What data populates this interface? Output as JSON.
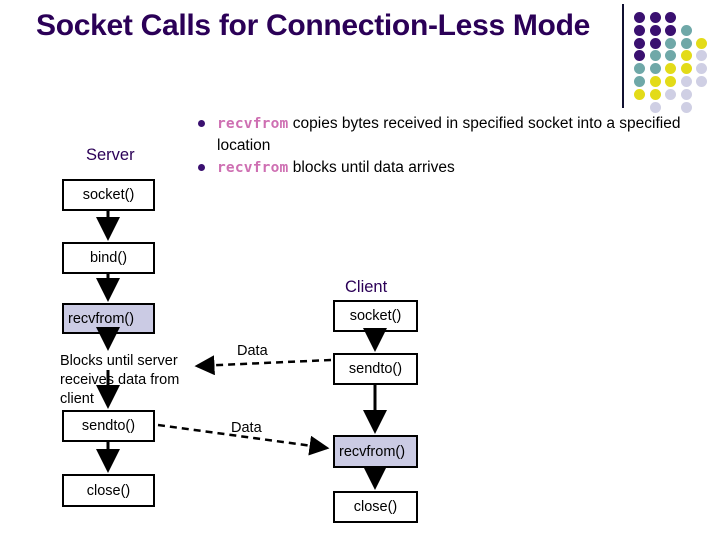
{
  "slide": {
    "title": "Socket Calls for Connection-Less Mode",
    "title_color": "#2B0057",
    "background": "#FFFFFF"
  },
  "logo": {
    "name": "dot-grid-logo",
    "colors": {
      "purple": "#3A1070",
      "teal": "#6FA8A8",
      "yellow": "#E3DB18",
      "lavender": "#CFCFE4"
    },
    "dots": [
      {
        "col": 0,
        "row": 0,
        "color": "#3A1070"
      },
      {
        "col": 1,
        "row": 0,
        "color": "#3A1070"
      },
      {
        "col": 2,
        "row": 0,
        "color": "#3A1070"
      },
      {
        "col": 0,
        "row": 1,
        "color": "#3A1070"
      },
      {
        "col": 1,
        "row": 1,
        "color": "#3A1070"
      },
      {
        "col": 2,
        "row": 1,
        "color": "#3A1070"
      },
      {
        "col": 3,
        "row": 1,
        "color": "#6FA8A8"
      },
      {
        "col": 0,
        "row": 2,
        "color": "#3A1070"
      },
      {
        "col": 1,
        "row": 2,
        "color": "#3A1070"
      },
      {
        "col": 2,
        "row": 2,
        "color": "#6FA8A8"
      },
      {
        "col": 3,
        "row": 2,
        "color": "#6FA8A8"
      },
      {
        "col": 4,
        "row": 2,
        "color": "#E3DB18"
      },
      {
        "col": 0,
        "row": 3,
        "color": "#3A1070"
      },
      {
        "col": 1,
        "row": 3,
        "color": "#6FA8A8"
      },
      {
        "col": 2,
        "row": 3,
        "color": "#6FA8A8"
      },
      {
        "col": 3,
        "row": 3,
        "color": "#E3DB18"
      },
      {
        "col": 4,
        "row": 3,
        "color": "#CFCFE4"
      },
      {
        "col": 0,
        "row": 4,
        "color": "#6FA8A8"
      },
      {
        "col": 1,
        "row": 4,
        "color": "#6FA8A8"
      },
      {
        "col": 2,
        "row": 4,
        "color": "#E3DB18"
      },
      {
        "col": 3,
        "row": 4,
        "color": "#E3DB18"
      },
      {
        "col": 4,
        "row": 4,
        "color": "#CFCFE4"
      },
      {
        "col": 0,
        "row": 5,
        "color": "#6FA8A8"
      },
      {
        "col": 1,
        "row": 5,
        "color": "#E3DB18"
      },
      {
        "col": 2,
        "row": 5,
        "color": "#E3DB18"
      },
      {
        "col": 3,
        "row": 5,
        "color": "#CFCFE4"
      },
      {
        "col": 4,
        "row": 5,
        "color": "#CFCFE4"
      },
      {
        "col": 0,
        "row": 6,
        "color": "#E3DB18"
      },
      {
        "col": 1,
        "row": 6,
        "color": "#E3DB18"
      },
      {
        "col": 2,
        "row": 6,
        "color": "#CFCFE4"
      },
      {
        "col": 3,
        "row": 6,
        "color": "#CFCFE4"
      },
      {
        "col": 1,
        "row": 7,
        "color": "#CFCFE4"
      },
      {
        "col": 3,
        "row": 7,
        "color": "#CFCFE4"
      }
    ]
  },
  "bullets": [
    {
      "code": "recvfrom",
      "text": " copies bytes received in specified socket into a specified location"
    },
    {
      "code": "recvfrom",
      "text": " blocks until data arrives"
    }
  ],
  "diagram": {
    "server": {
      "label": "Server",
      "steps": [
        {
          "label": "socket()",
          "shaded": false
        },
        {
          "label": "bind()",
          "shaded": false
        },
        {
          "label": "recvfrom()",
          "shaded": true
        },
        {
          "label": "sendto()",
          "shaded": false
        },
        {
          "label": "close()",
          "shaded": false
        }
      ],
      "note": "Blocks until server receives data from client"
    },
    "client": {
      "label": "Client",
      "steps": [
        {
          "label": "socket()",
          "shaded": false
        },
        {
          "label": "sendto()",
          "shaded": false
        },
        {
          "label": "recvfrom()",
          "shaded": true
        },
        {
          "label": "close()",
          "shaded": false
        }
      ]
    },
    "messages": [
      {
        "label": "Data",
        "direction": "client-to-server"
      },
      {
        "label": "Data",
        "direction": "server-to-client"
      }
    ]
  }
}
